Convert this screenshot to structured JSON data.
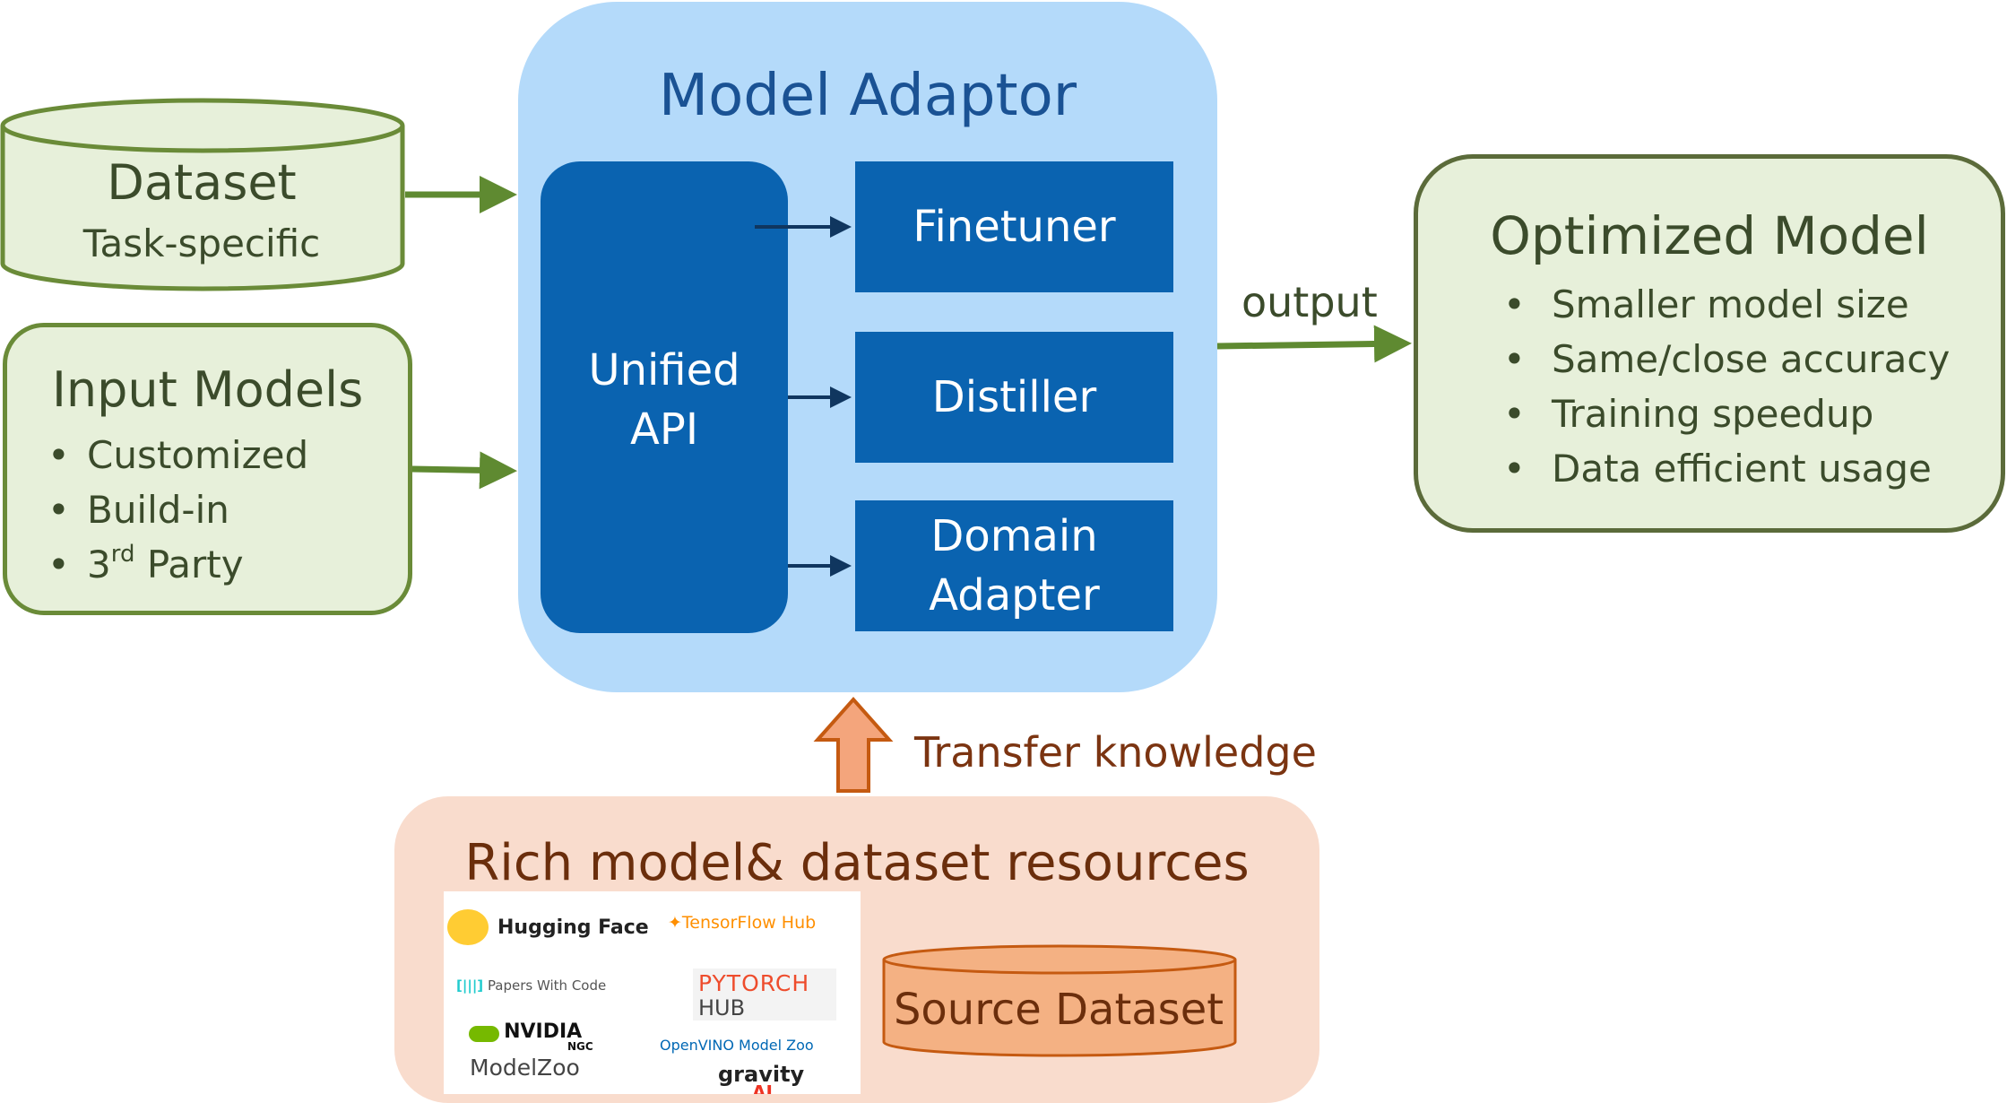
{
  "dataset": {
    "title": "Dataset",
    "subtitle": "Task-specific"
  },
  "input_models": {
    "title": "Input Models",
    "items": [
      "Customized",
      "Build-in",
      "3",
      "rd",
      " Party"
    ]
  },
  "model_adaptor": {
    "title": "Model Adaptor",
    "unified_api": [
      "Unified",
      "API"
    ],
    "components": [
      "Finetuner",
      "Distiller",
      "Domain",
      "Adapter"
    ]
  },
  "output": {
    "label": "output"
  },
  "optimized_model": {
    "title": "Optimized Model",
    "items": [
      "Smaller model size",
      "Same/close accuracy",
      "Training speedup",
      "Data efficient usage"
    ]
  },
  "transfer": {
    "label": "Transfer knowledge"
  },
  "resources": {
    "title": "Rich model& dataset resources",
    "logos": [
      "Hugging Face",
      "TensorFlow Hub",
      "Papers With Code",
      "PYTORCH",
      "HUB",
      "NVIDIA",
      "NGC",
      "OpenVINO Model Zoo",
      "ModelZoo",
      "gravity",
      "AI"
    ],
    "source_dataset": "Source Dataset"
  },
  "colors": {
    "green_fill": "#e7f0da",
    "green_border": "#6a8b38",
    "arrow_green": "#5f8a31",
    "adaptor_bg": "#b4dafa",
    "adaptor_blue": "#0a63b0",
    "title_blue": "#1a5294",
    "resource_bg": "#f9dccd",
    "orange_arrow": "#f4a57c",
    "brown_text": "#6b2e0c"
  }
}
